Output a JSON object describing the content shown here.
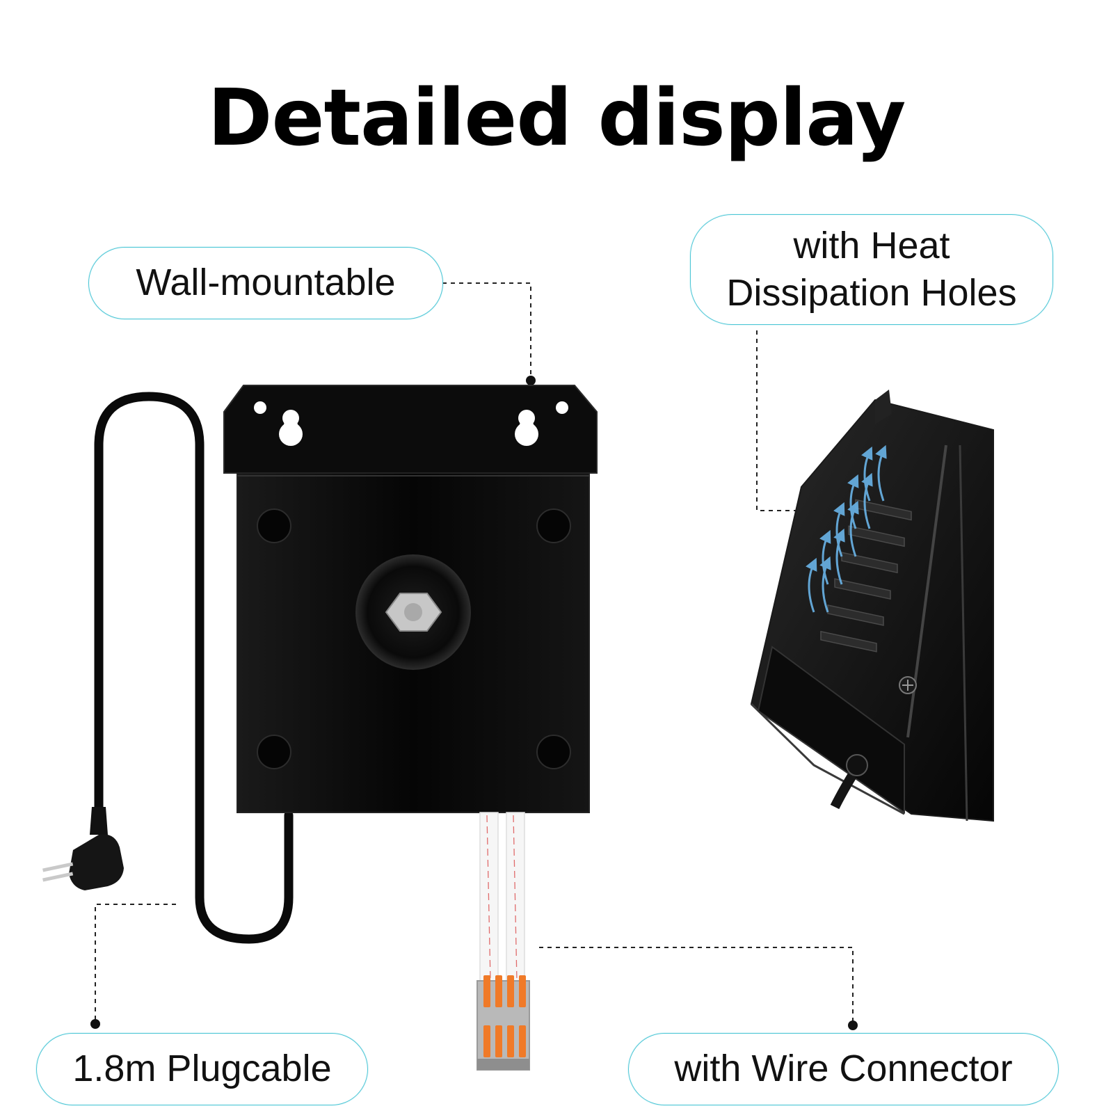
{
  "title": "Detailed display",
  "labels": {
    "wall_mountable": "Wall-mountable",
    "heat_line1": "with Heat",
    "heat_line2": "Dissipation Holes",
    "plug_cable": "1.8m Plugcable",
    "wire_connector": "with Wire Connector"
  },
  "colors": {
    "pill_border": "#4cc6d6",
    "product_body": "#0d0d0d",
    "airflow_arrows": "#6ab4e8",
    "connector_levers": "#f07a28"
  }
}
